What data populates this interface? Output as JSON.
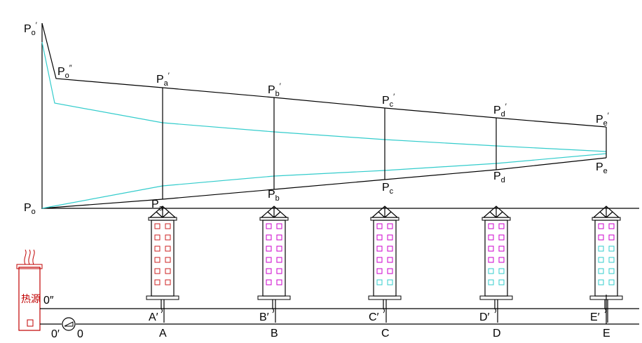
{
  "pressure_labels": {
    "po_prime": {
      "main": "P",
      "sub": "o",
      "prime": "′"
    },
    "po_double": {
      "main": "P",
      "sub": "o",
      "prime": "″"
    },
    "po": {
      "main": "P",
      "sub": "o"
    },
    "supply": [
      {
        "main": "P",
        "sub": "a",
        "prime": "′"
      },
      {
        "main": "P",
        "sub": "b",
        "prime": "′"
      },
      {
        "main": "P",
        "sub": "c",
        "prime": "′"
      },
      {
        "main": "P",
        "sub": "d",
        "prime": "′"
      },
      {
        "main": "P",
        "sub": "e",
        "prime": "′"
      }
    ],
    "return": [
      {
        "main": "P",
        "sub": "a"
      },
      {
        "main": "P",
        "sub": "b"
      },
      {
        "main": "P",
        "sub": "c"
      },
      {
        "main": "P",
        "sub": "d"
      },
      {
        "main": "P",
        "sub": "e"
      }
    ]
  },
  "heat_source": {
    "label": "热源"
  },
  "pipe_labels": {
    "o_double": "0″",
    "o_prime": "0′",
    "o": "0",
    "supply_nodes": [
      "A′",
      "B′",
      "C′",
      "D′",
      "E′"
    ],
    "return_nodes": [
      "A",
      "B",
      "C",
      "D",
      "E"
    ]
  },
  "buildings": [
    {
      "id": "A",
      "windows": [
        "m",
        "m",
        "m",
        "m",
        "m",
        "m",
        "m",
        "m",
        "m",
        "m",
        "m",
        "m"
      ]
    },
    {
      "id": "B",
      "windows": [
        "m",
        "m",
        "m",
        "m",
        "m",
        "m",
        "m",
        "m",
        "m",
        "m",
        "m",
        "m"
      ]
    },
    {
      "id": "C",
      "windows": [
        "m",
        "m",
        "m",
        "m",
        "m",
        "m",
        "m",
        "m",
        "m",
        "m",
        "c",
        "c"
      ]
    },
    {
      "id": "D",
      "windows": [
        "m",
        "m",
        "m",
        "m",
        "m",
        "m",
        "m",
        "m",
        "c",
        "c",
        "c",
        "c"
      ]
    },
    {
      "id": "E",
      "windows": [
        "m",
        "m",
        "m",
        "m",
        "c",
        "c",
        "c",
        "c",
        "c",
        "c",
        "c",
        "c"
      ]
    }
  ],
  "colors": {
    "line": "#000000",
    "cyan": "#33cccc",
    "brick": "#8b1a1a",
    "magenta": "#cc00cc",
    "window_cyan": "#33cccc",
    "heat_source": "#c00000"
  }
}
